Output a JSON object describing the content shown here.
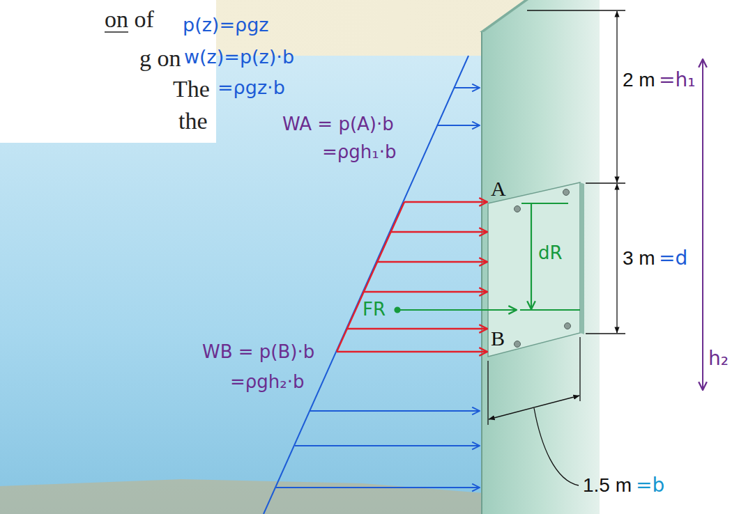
{
  "diagram": {
    "labels": [
      "on of",
      "g on",
      "The",
      "the",
      "p(z)=ρgz",
      "w(z)=p(z)·b",
      "=ρgz·b",
      "WA = p(A)·b",
      "=ρgh₁·b",
      "WB = p(B)·b",
      "=ρgh₂·b",
      "A",
      "B",
      "2 m",
      "=h₁",
      "3 m",
      "=d",
      "1.5 m",
      "=b",
      "h₂",
      "dR",
      "FR"
    ]
  }
}
